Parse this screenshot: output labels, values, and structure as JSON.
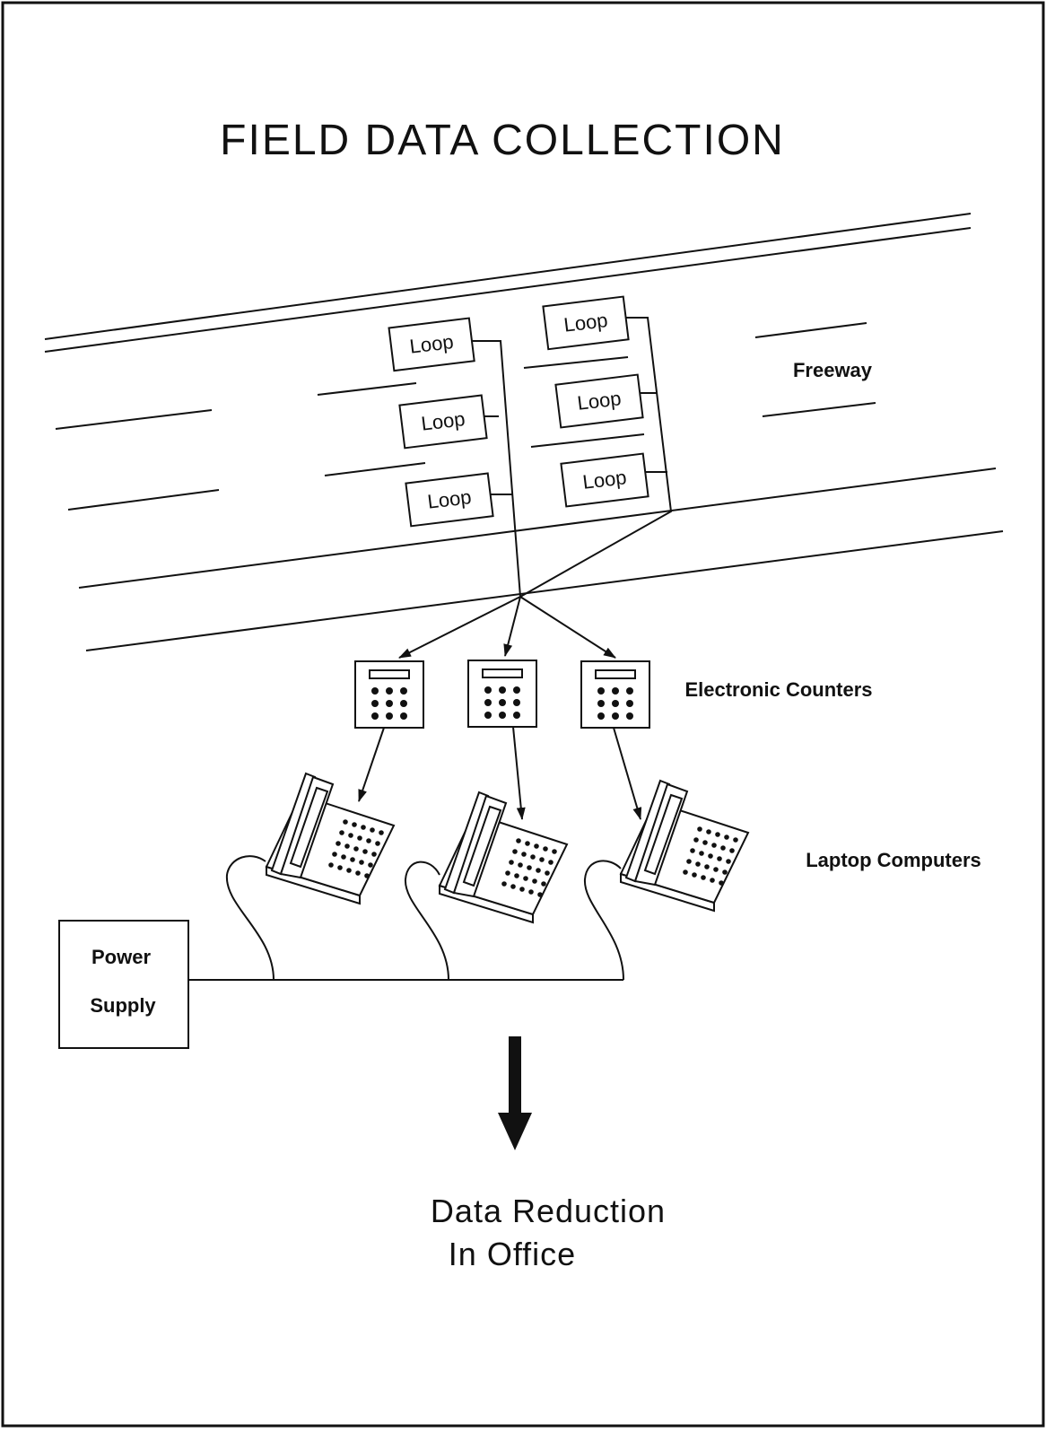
{
  "title": "FIELD DATA COLLECTION",
  "freeway_label": "Freeway",
  "loops": [
    "Loop",
    "Loop",
    "Loop",
    "Loop",
    "Loop",
    "Loop"
  ],
  "counters_label": "Electronic Counters",
  "laptops_label": "Laptop Computers",
  "power_supply": {
    "line1": "Power",
    "line2": "Supply"
  },
  "result": {
    "line1": "Data Reduction",
    "line2": "In Office"
  }
}
